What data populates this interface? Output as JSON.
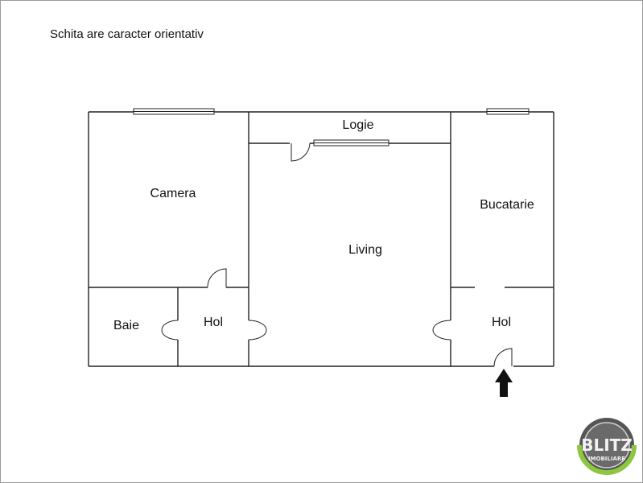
{
  "note": "Schita are caracter orientativ",
  "rooms": {
    "camera": "Camera",
    "logie": "Logie",
    "bucatarie": "Bucatarie",
    "living": "Living",
    "baie": "Baie",
    "hol_left": "Hol",
    "hol_right": "Hol"
  },
  "logo": {
    "name": "BLITZ",
    "subtitle": "IMOBILIARE",
    "accent": "#8dc63f",
    "dark": "#333333"
  },
  "entrance_icon": "arrow-up-icon"
}
